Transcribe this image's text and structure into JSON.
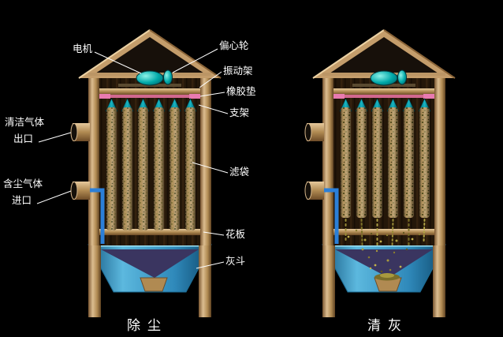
{
  "part_labels": {
    "motor": "电机",
    "eccentric_wheel": "偏心轮",
    "vibrating_frame": "振动架",
    "rubber_pad": "橡胶垫",
    "bracket": "支架",
    "clean_gas_line1": "清洁气体",
    "clean_gas_line2": "出口",
    "dusty_gas_line1": "含尘气体",
    "dusty_gas_line2": "进口",
    "filter_bag": "滤袋",
    "perforated_plate": "花板",
    "ash_hopper": "灰斗"
  },
  "captions": {
    "left": "除尘",
    "right": "清灰"
  },
  "colors": {
    "background": "#000000",
    "housing_wood": "#c9a36b",
    "housing_interior": "#241709",
    "motor_teal": "#00a8a8",
    "bag_tan": "#b6965f",
    "hopper_blue": "#3f9cc8",
    "hopper_cone": "#3a3560",
    "rubber_pad_pink": "#d2688f",
    "duct_blue": "#2b7fd8",
    "label_text": "#ffffff"
  }
}
